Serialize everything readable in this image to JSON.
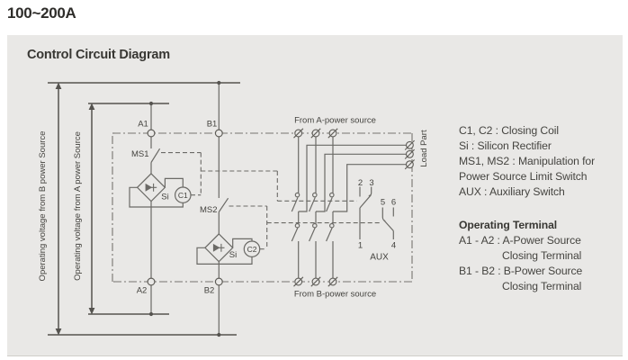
{
  "page": {
    "title": "100~200A"
  },
  "panel": {
    "heading": "Control Circuit Diagram"
  },
  "diagram": {
    "terminal_a1": "A1",
    "terminal_b1": "B1",
    "terminal_a2": "A2",
    "terminal_b2": "B2",
    "ms1": "MS1",
    "ms2": "MS2",
    "si_1": "Si",
    "si_2": "Si",
    "coil_1": "C1",
    "coil_2": "C2",
    "from_a_power": "From A-power source",
    "from_b_power": "From B-power source",
    "load_part": "Load Part",
    "operating_voltage_b": "Operating voltage from B power Source",
    "operating_voltage_a": "Operating voltage from A power Source",
    "aux_label": "AUX",
    "aux_pin_1": "1",
    "aux_pin_2": "2",
    "aux_pin_3": "3",
    "aux_pin_4": "4",
    "aux_pin_5": "5",
    "aux_pin_6": "6"
  },
  "legend": {
    "definitions": [
      "C1, C2 : Closing Coil",
      "Si : Silicon Rectifier",
      "MS1, MS2 : Manipulation for",
      "Power Source Limit Switch",
      "AUX : Auxiliary Switch"
    ],
    "operating_heading": "Operating Terminal",
    "operating_lines": [
      {
        "text": "A1 - A2 : A-Power Source"
      },
      {
        "text": "Closing Terminal"
      },
      {
        "text": "B1 - B2 : B-Power Source"
      },
      {
        "text": "Closing Terminal"
      }
    ]
  }
}
